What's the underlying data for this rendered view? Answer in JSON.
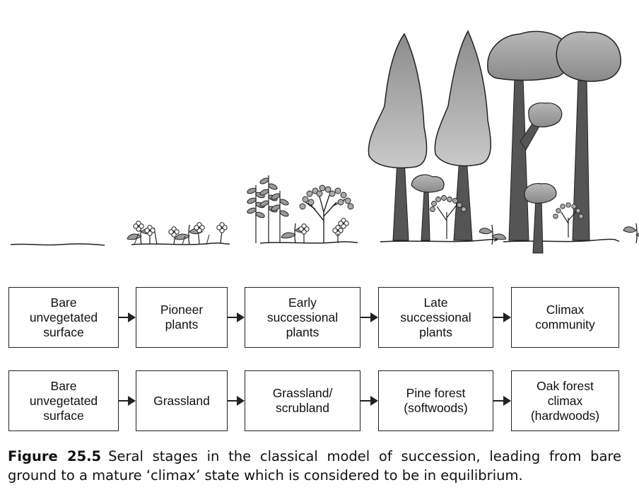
{
  "row_stages": [
    "Bare\nunvegetated\nsurface",
    "Pioneer\nplants",
    "Early\nsuccessional\nplants",
    "Late\nsuccessional\nplants",
    "Climax\ncommunity"
  ],
  "row_examples": [
    "Bare\nunvegetated\nsurface",
    "Grassland",
    "Grassland/\nscrubland",
    "Pine forest\n(softwoods)",
    "Oak forest\nclimax\n(hardwoods)"
  ],
  "caption": {
    "label": "Figure 25.5",
    "text": "Seral stages in the classical model of succession, leading from bare ground to a mature ‘climax’ state which is considered to be in equilibrium."
  },
  "colors": {
    "foliage": "#a9a9a9",
    "foliage_dark": "#7d7d7d",
    "trunk": "#555555",
    "outline": "#222222"
  }
}
